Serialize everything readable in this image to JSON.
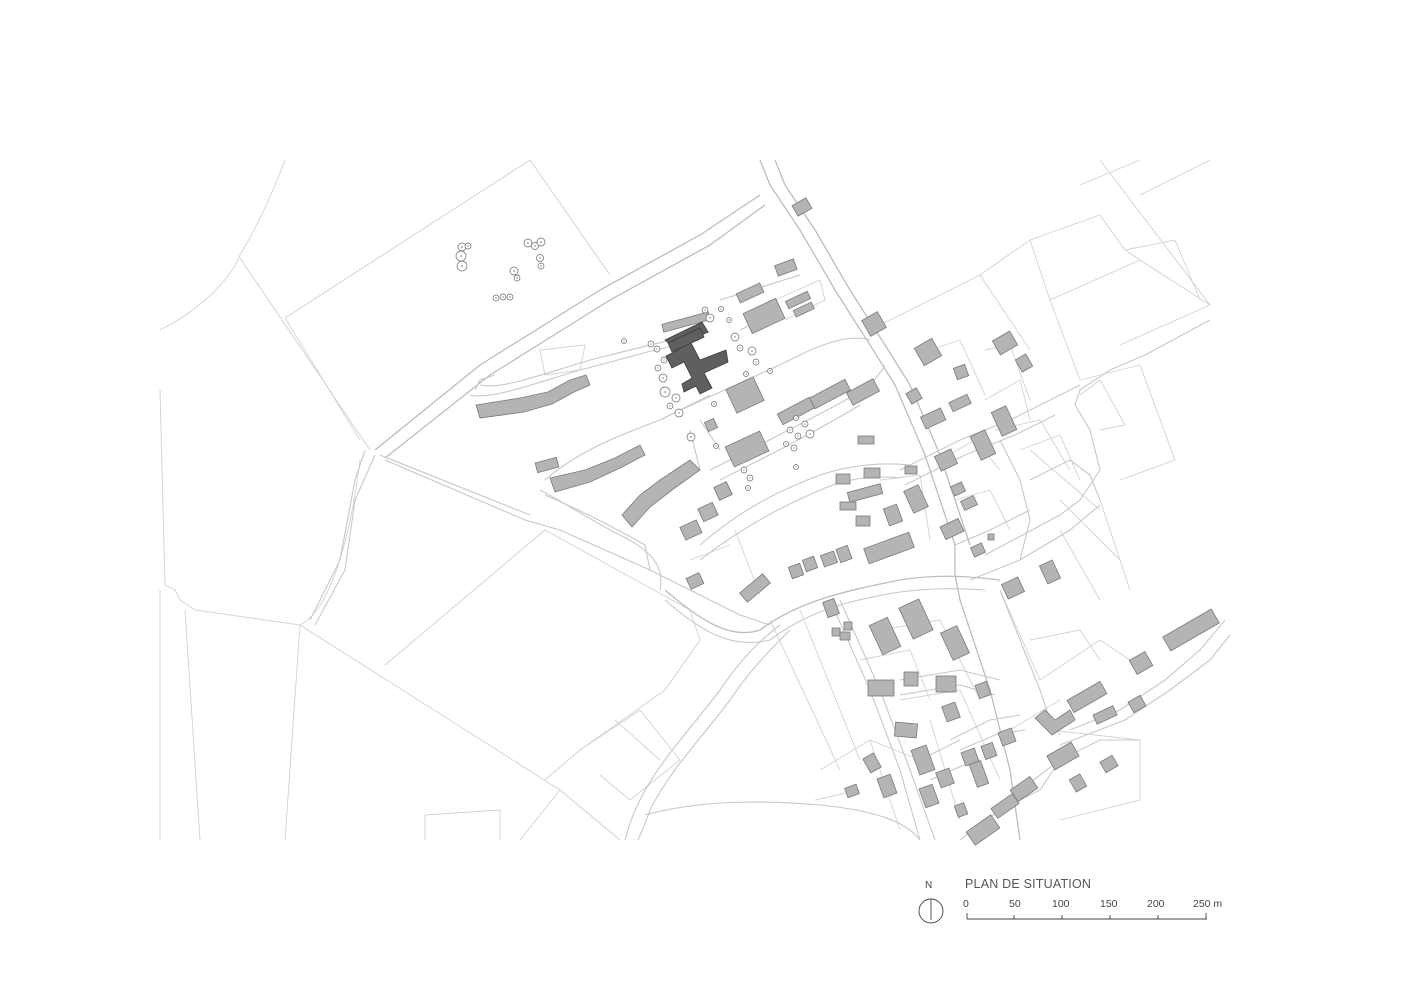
{
  "legend": {
    "title": "PLAN DE SITUATION",
    "north_label": "N",
    "scale_ticks": [
      "0",
      "50",
      "100",
      "150",
      "200",
      "250 m"
    ]
  },
  "colors": {
    "road": "#c8c8c8",
    "building": "#b4b4b4",
    "highlighted_building": "#5f5f5f",
    "background": "#ffffff"
  },
  "icons": [
    "north-arrow-icon",
    "tree-icon"
  ]
}
